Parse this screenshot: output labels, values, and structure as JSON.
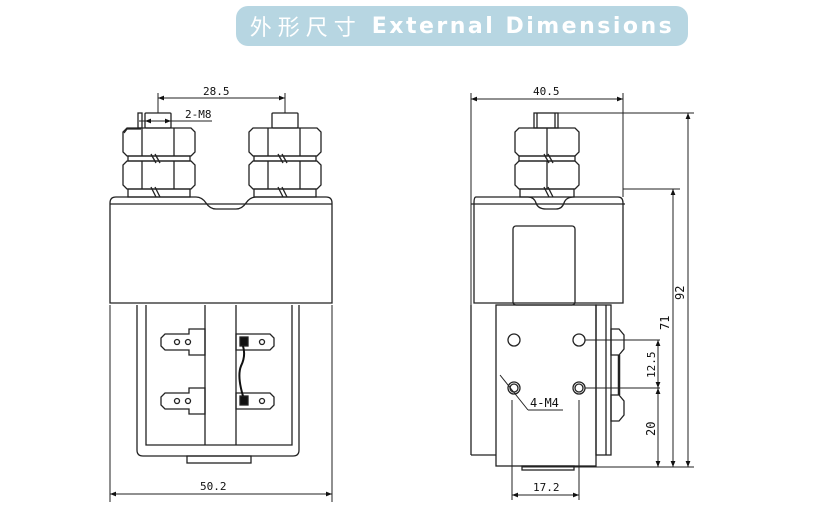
{
  "title": {
    "chinese": "外形尺寸",
    "english": "External Dimensions",
    "banner_color": "#b7d6e2"
  },
  "front_view": {
    "dimensions": {
      "terminal_spacing": "28.5",
      "terminal_thread": "2-M8",
      "overall_width": "50.2"
    }
  },
  "side_view": {
    "dimensions": {
      "overall_depth": "40.5",
      "overall_height": "92",
      "body_height": "71",
      "mount_hole_vertical_spacing": "12.5",
      "mount_hole_height_from_base": "20",
      "mount_hole_horizontal_spacing": "17.2",
      "mount_hole_thread": "4-M4"
    }
  }
}
